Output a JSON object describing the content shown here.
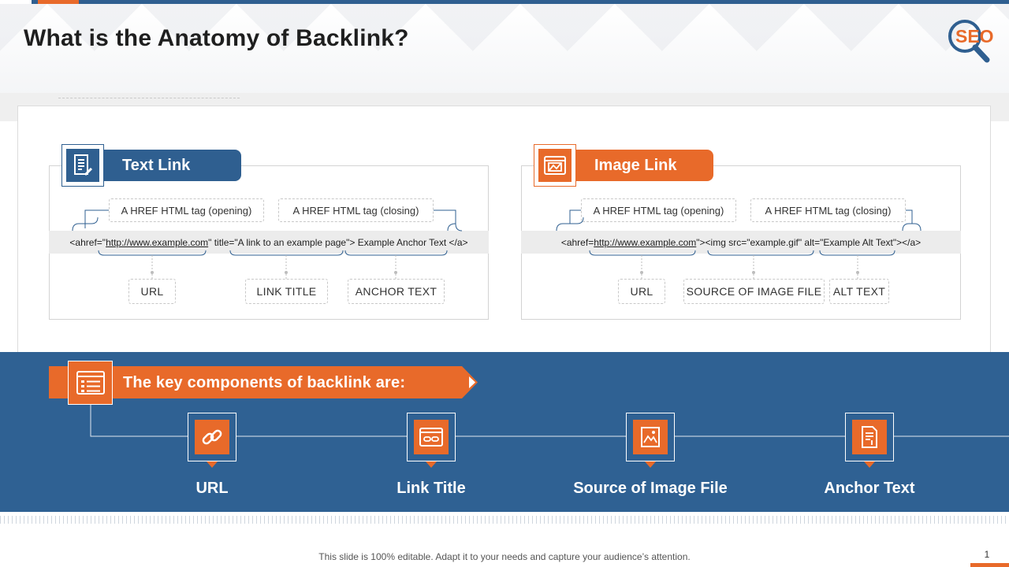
{
  "slide": {
    "title": "What is the Anatomy of Backlink?",
    "logo_text": "SEO",
    "footer": "This slide is 100% editable. Adapt it to your needs and capture your audience’s attention.",
    "page_number": "1"
  },
  "text_link": {
    "heading": "Text Link",
    "icon": "document-pen-icon",
    "tag_opening": "A HREF HTML tag (opening)",
    "tag_closing": "A HREF HTML tag (closing)",
    "code_1": "<ahref=\"",
    "code_url": "http://www.example.com",
    "code_2": "\" title=\"A link to an example page\"> Example Anchor Text </a>",
    "components": [
      "URL",
      "LINK TITLE",
      "ANCHOR TEXT"
    ]
  },
  "image_link": {
    "heading": "Image Link",
    "icon": "browser-image-icon",
    "tag_opening": "A HREF HTML tag (opening)",
    "tag_closing": "A HREF HTML tag (closing)",
    "code_1": "<ahref=",
    "code_url": "http://www.example.com",
    "code_2": "\"><img src=\"example.gif\" alt=\"Example Alt Text\"></a>",
    "components": [
      "URL",
      "SOURCE OF IMAGE FILE",
      "ALT TEXT"
    ]
  },
  "key_components": {
    "heading": "The key components of backlink are:",
    "icon": "browser-list-icon",
    "items": [
      {
        "label": "URL",
        "icon": "chain-link-icon"
      },
      {
        "label": "Link Title",
        "icon": "browser-link-icon"
      },
      {
        "label": "Source of Image File",
        "icon": "image-file-icon"
      },
      {
        "label": "Anchor Text",
        "icon": "text-document-icon"
      }
    ]
  },
  "colors": {
    "blue": "#2f5f90",
    "band_blue": "#2f6193",
    "orange": "#e86a2a"
  }
}
